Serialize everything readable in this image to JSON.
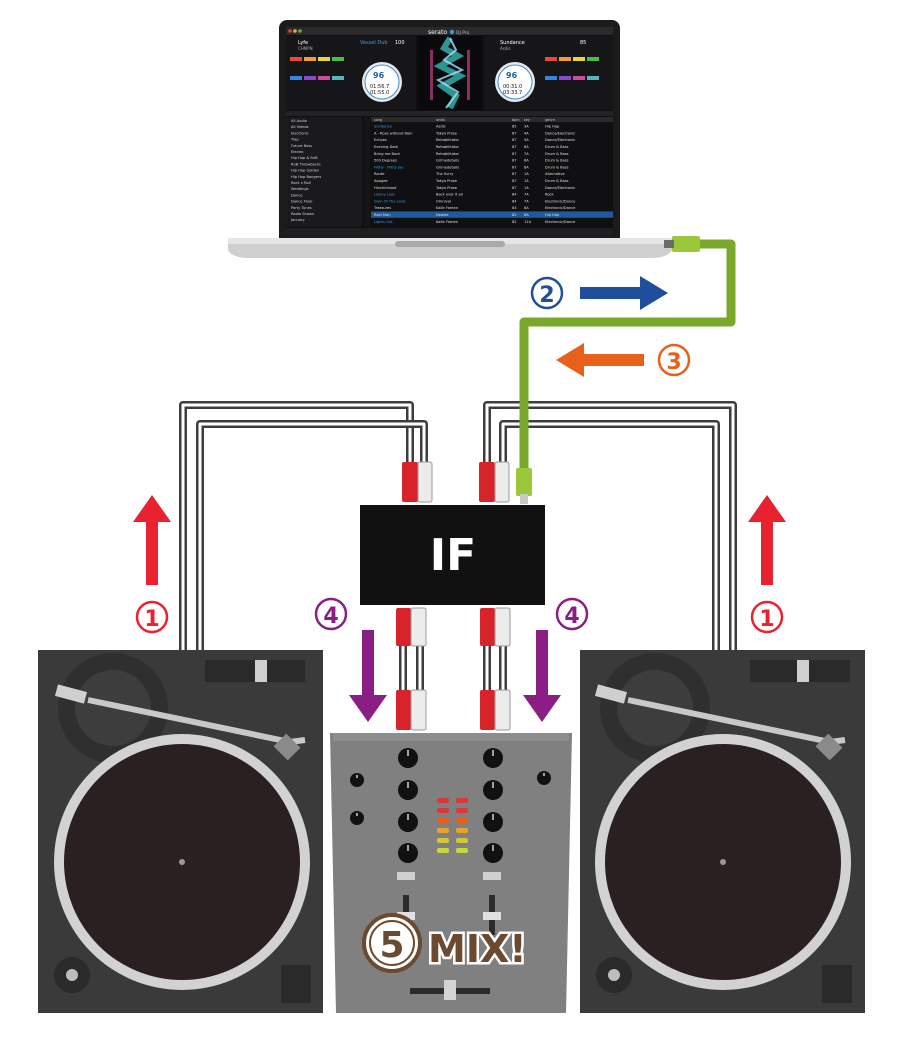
{
  "colors": {
    "red_arrow": "#e8222e",
    "blue_arrow": "#1f4f9c",
    "orange_arrow": "#e8601a",
    "purple_arrow": "#8a1e84",
    "usb_cable": "#79a82a",
    "rca_red": "#d8232a",
    "turntable": "#3a3a3a",
    "platter": "#d2d2d2",
    "mixer": "#808080",
    "interface": "#111111",
    "mix_text": "#6b4a2f"
  },
  "labels": {
    "interface": "IF",
    "step1_left": "1",
    "step1_right": "1",
    "step2": "2",
    "step3": "3",
    "step4_left": "4",
    "step4_right": "4",
    "step5": "5",
    "mix": "MIX!"
  },
  "serato": {
    "logo": "serato",
    "product": "DJ Pro",
    "deck_left": {
      "title": "Lyfe",
      "artist": "CHMPN",
      "key_track": "Vessel Dub",
      "bpm": "100",
      "big_bpm": "96",
      "time1": "01:56.7",
      "time2": "01:55.0"
    },
    "deck_right": {
      "title": "Sundance",
      "artist": "Asdis",
      "bpm": "85",
      "big_bpm": "96",
      "time1": "00:31.0",
      "time2": "03:33.7"
    },
    "crate_items": [
      "All Audio",
      "All Videos",
      "Electronic",
      "Trap",
      "Future Bass",
      "Electro",
      "Hip Hop & RnB",
      "RnB Throwbacks",
      "Hip Hop Golden",
      "Hip Hop Bangers",
      "Rock n Roll",
      "Weddings",
      "Dance",
      "Dance Floor",
      "Party Tunes",
      "Radio Shows",
      "January"
    ],
    "columns": [
      "song",
      "artist",
      "bpm",
      "key",
      "genre"
    ],
    "tracks": [
      [
        "Sundance",
        "Asdis",
        "85",
        "3A",
        "Hip Hop"
      ],
      [
        "A - Rose without Rain",
        "Tokyo Prose",
        "87",
        "4A",
        "Dance/Electronic"
      ],
      [
        "Echoes",
        "Rehabilitator",
        "87",
        "5A",
        "Dance/Electronic"
      ],
      [
        "Evening Dark",
        "Rehabilitator",
        "87",
        "6A",
        "Drum & Bass"
      ],
      [
        "Bring me Back",
        "Rehabilitator",
        "87",
        "7A",
        "Drum & Bass"
      ],
      [
        "500 Degrees",
        "Grimedetails",
        "87",
        "8A",
        "Drum & Bass"
      ],
      [
        "Filthy - Filthy Jay",
        "Grimedetails",
        "87",
        "8A",
        "Drum & Bass"
      ],
      [
        "Route",
        "The Surry",
        "87",
        "1A",
        "Alternative"
      ],
      [
        "Apogee",
        "Tokyo Prose",
        "87",
        "1A",
        "Drum & Bass"
      ],
      [
        "Hinchinhood",
        "Tokyo Prose",
        "87",
        "1A",
        "Dance/Electronic"
      ],
      [
        "Lolony Loot",
        "Back over it all",
        "84",
        "7A",
        "Rock"
      ],
      [
        "Dam Of The Land",
        "Omnivol",
        "84",
        "7A",
        "Electronic/Dance"
      ],
      [
        "Treasures",
        "Kalle Fomen",
        "83",
        "8A",
        "Electronic/Dance"
      ],
      [
        "Real Man",
        "Nealee",
        "82",
        "6A",
        "Hip Hop"
      ],
      [
        "Lights Out",
        "Kalle Fomen",
        "82",
        "11A",
        "Electronic/Dance"
      ]
    ]
  }
}
